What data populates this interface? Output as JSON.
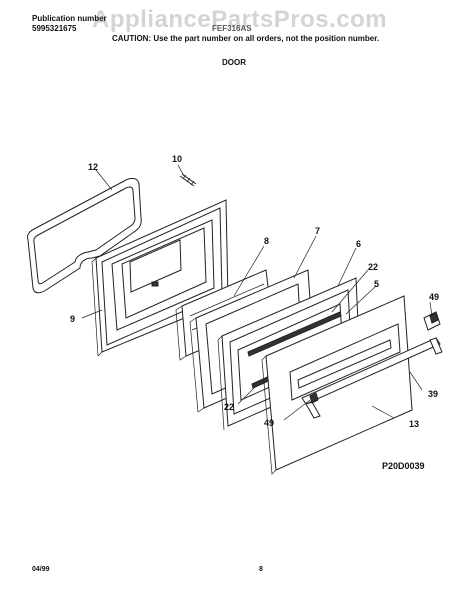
{
  "header": {
    "publication_label": "Publication number",
    "publication_number": "5995321675",
    "watermark": "AppliancePartsPros.com",
    "model": "FEF316AS",
    "caution": "CAUTION:  Use the part number on all orders, not the position number.",
    "section": "DOOR"
  },
  "callouts": {
    "c12": "12",
    "c10": "10",
    "c8": "8",
    "c7": "7",
    "c6": "6",
    "c22a": "22",
    "c5": "5",
    "c9": "9",
    "c49a": "49",
    "c22b": "22",
    "c49b": "49",
    "c39": "39",
    "c13": "13"
  },
  "diagram_code": "P20D0039",
  "footer": {
    "date": "04/99",
    "page": "8"
  }
}
